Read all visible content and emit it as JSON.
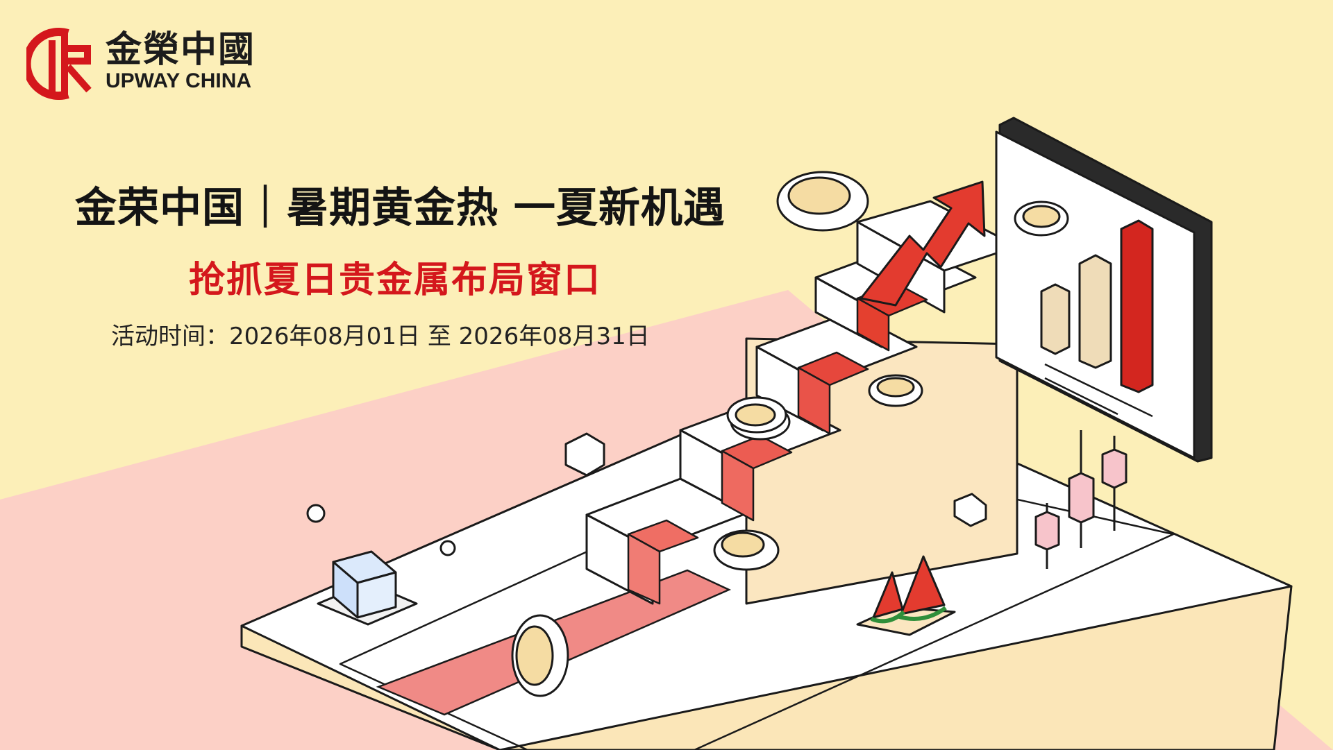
{
  "brand": {
    "name_cn": "金榮中國",
    "name_en": "UPWAY CHINA",
    "colors": {
      "primary_red": "#d4171c",
      "text": "#1c1c1c"
    }
  },
  "banner": {
    "headline": "金荣中国｜暑期黄金热 一夏新机遇",
    "subheadline": "抢抓夏日贵金属布局窗口",
    "period_label": "活动时间：2026年08月01日 至 2026年08月31日"
  },
  "palette": {
    "background": "#fcefb8",
    "pink": "#fcd0c6",
    "accent_red": "#e33b2f",
    "gold": "#f5dca3"
  },
  "illustration": {
    "icons": [
      "rising-arrow-icon",
      "bar-chart-icon",
      "gold-coin-icon",
      "ice-cube-icon",
      "watermelon-icon",
      "candlestick-icon"
    ]
  }
}
